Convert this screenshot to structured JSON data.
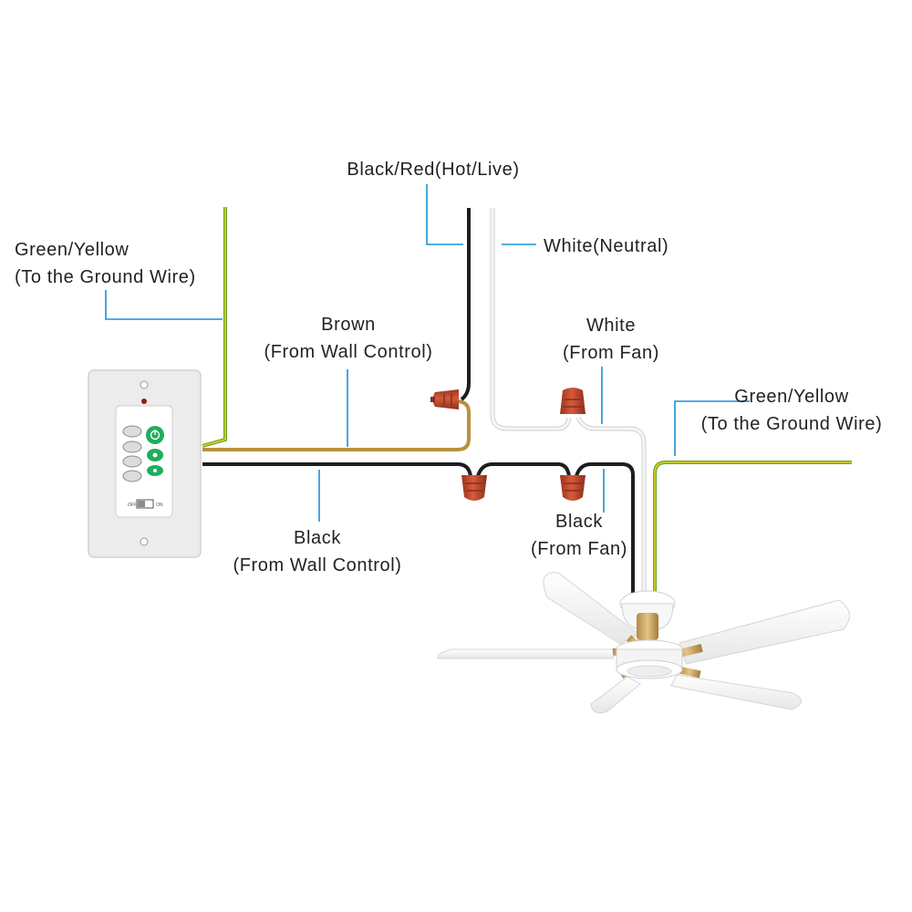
{
  "colors": {
    "background": "#ffffff",
    "leader_line": "#1c8fd6",
    "wire_black": "#1e1e1e",
    "wire_white": "#f2f2f2",
    "wire_brown": "#b8913e",
    "wire_green": "#6aa32a",
    "wire_yellow": "#e2d11e",
    "wire_nut": "#c2492e",
    "fan_body": "#ffffff",
    "fan_accent": "#c9a45c"
  },
  "labels": {
    "hot": "Black/Red(Hot/Live)",
    "neutral": "White(Neutral)",
    "ground_left": {
      "line1": "Green/Yellow",
      "line2": "(To the Ground Wire)"
    },
    "brown": {
      "line1": "Brown",
      "line2": "(From Wall Control)"
    },
    "white_fan": {
      "line1": "White",
      "line2": "(From Fan)"
    },
    "ground_right": {
      "line1": "Green/Yellow",
      "line2": "(To the Ground Wire)"
    },
    "black_wall": {
      "line1": "Black",
      "line2": "(From Wall Control)"
    },
    "black_fan": {
      "line1": "Black",
      "line2": "(From Fan)"
    }
  },
  "wall_control": {
    "switch_off": "OFF",
    "switch_on": "ON",
    "button_icons": [
      "fan-speed-icon",
      "power-icon",
      "fan-speed-icon",
      "light-icon",
      "fan-speed-icon",
      "light-dim-icon",
      "reverse-icon"
    ]
  }
}
